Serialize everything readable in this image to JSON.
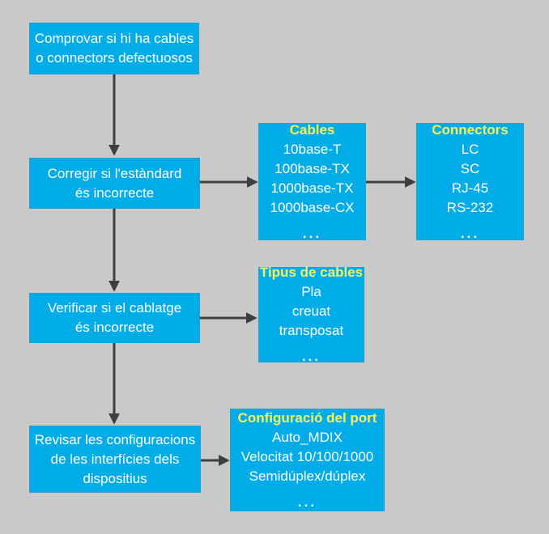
{
  "diagram": {
    "colors": {
      "background": "#c9c9c9",
      "box_fill": "#00ace8",
      "box_border": "#22a0d6",
      "title_text": "#f7f35e",
      "body_text": "#ffffff",
      "arrow": "#3e3e40"
    },
    "steps": [
      {
        "lines": [
          "Comprovar si hi ha cables",
          "o connectors defectuosos"
        ]
      },
      {
        "lines": [
          "Corregir si l'estàndard",
          "és incorrecte"
        ]
      },
      {
        "lines": [
          "Verificar si el cablatge",
          "és incorrecte"
        ]
      },
      {
        "lines": [
          "Revisar les configuracions",
          "de les interfícies dels",
          "dispositius"
        ]
      }
    ],
    "details": [
      {
        "title": "Cables",
        "items": [
          "10base-T",
          "100base-TX",
          "1000base-TX",
          "1000base-CX"
        ],
        "ellipsis": "..."
      },
      {
        "title": "Connectors",
        "items": [
          "LC",
          "SC",
          "RJ-45",
          "RS-232"
        ],
        "ellipsis": "..."
      },
      {
        "title": "Tipus de cables",
        "items": [
          "Pla",
          "creuat",
          "transposat"
        ],
        "ellipsis": "..."
      },
      {
        "title": "Configuració del port",
        "items": [
          "Auto_MDIX",
          "Velocitat 10/100/1000",
          "Semidúplex/dúplex"
        ],
        "ellipsis": "..."
      }
    ]
  }
}
